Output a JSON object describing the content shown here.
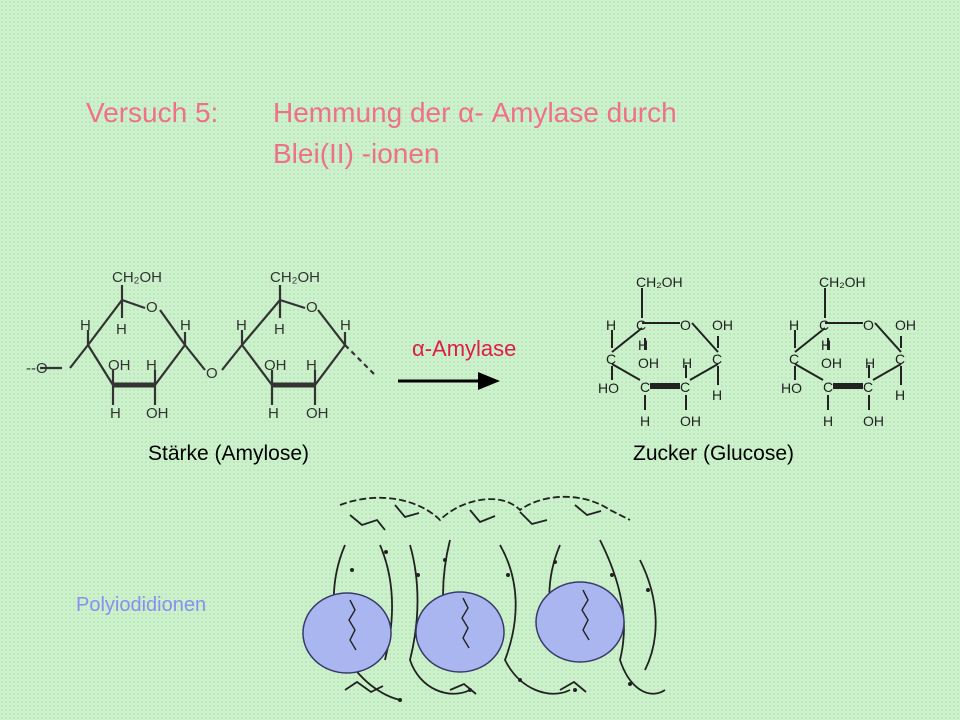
{
  "slide": {
    "title_label": "Versuch 5:",
    "title_line1": "Hemmung der α- Amylase durch",
    "title_line2": "Blei(II) -ionen",
    "enzyme_label": "α-Amylase",
    "starch_caption": "Stärke (Amylose)",
    "sugar_caption": "Zucker (Glucose)",
    "polyiodide_label": "Polyiodidionen"
  },
  "amylose_structure": {
    "ring_labels": [
      "CH₂OH",
      "O",
      "H",
      "H",
      "OH",
      "H",
      "H",
      "OH"
    ],
    "linkage_left": "--O",
    "linkage_middle": "O"
  },
  "glucose_structure": {
    "labels": [
      "CH₂OH",
      "H",
      "C",
      "O",
      "OH",
      "H",
      "C",
      "OH",
      "H",
      "C",
      "HO",
      "C",
      "C",
      "H",
      "H",
      "OH"
    ]
  },
  "colors": {
    "title": "#f0708a",
    "enzyme": "#e01c4a",
    "polyiodide_text": "#8a8ef0",
    "ellipse_fill": "#aab6f0",
    "ellipse_stroke": "#3a3a6a"
  }
}
